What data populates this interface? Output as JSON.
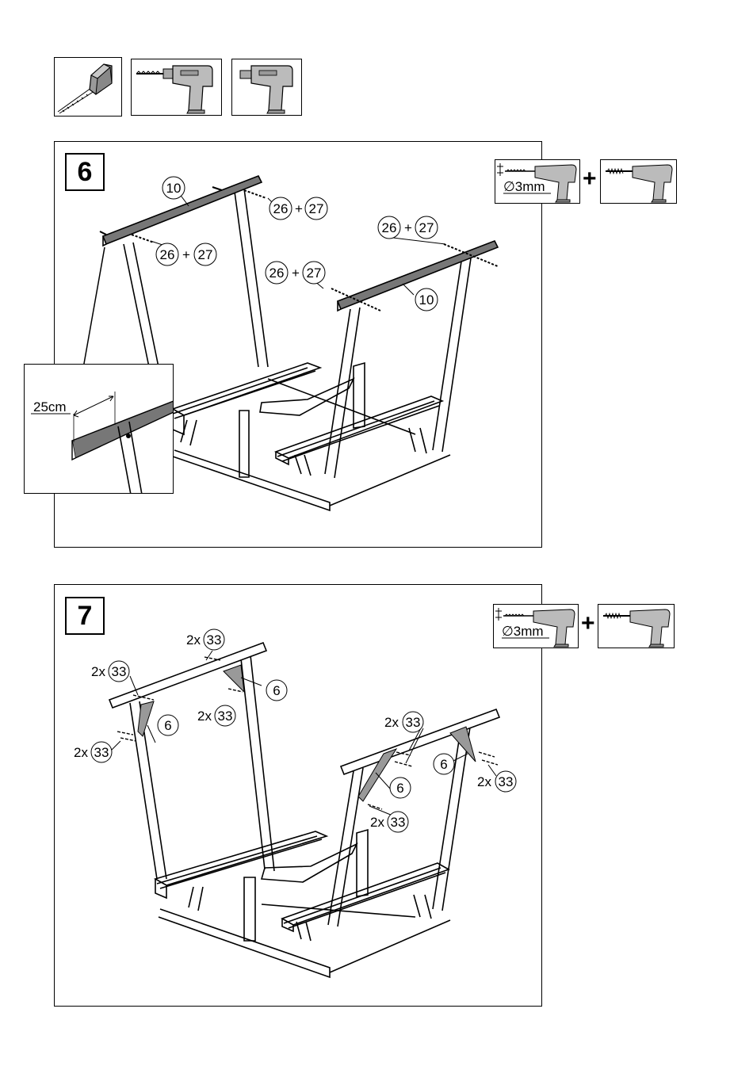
{
  "step6": {
    "number": "6",
    "drill_spec": "∅3mm",
    "plus": "+",
    "inset_measure": "25cm",
    "labels": {
      "part10_left": "10",
      "part10_right": "10",
      "c1a": "26",
      "c1b": "27",
      "c2a": "26",
      "c2b": "27",
      "c3a": "26",
      "c3b": "27",
      "c4a": "26",
      "c4b": "27",
      "plus": "+"
    }
  },
  "step7": {
    "number": "7",
    "drill_spec": "∅3mm",
    "plus": "+",
    "labels": {
      "prefix": "2x",
      "screw": "33",
      "brace": "6"
    }
  },
  "icons": [
    "tape-measure-icon",
    "drill-with-bit-icon",
    "drill-icon",
    "screwdriver-drill-icon"
  ]
}
